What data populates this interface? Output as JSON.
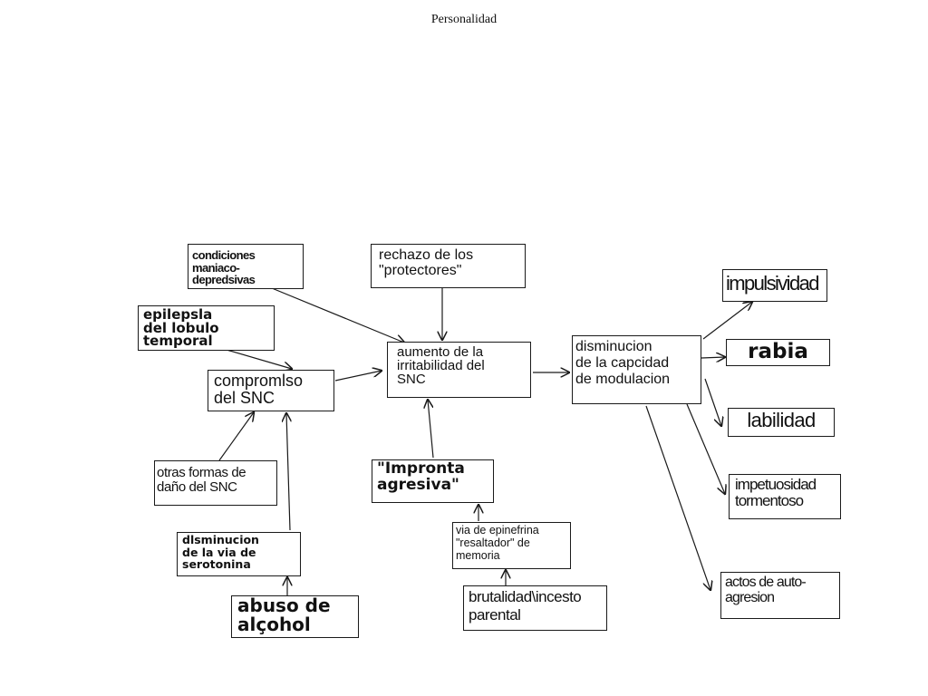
{
  "page": {
    "title": "Personalidad"
  },
  "nodes": {
    "condiciones": "condiciones\nmaniaco-depredsivas",
    "rechazo": "rechazo de    los\n\"protectores\"",
    "epilepsia": "epilepsla\ndel lobulo\ntemporal",
    "compromiso": "compromlso\ndel SNC",
    "aumento": "aumento de la\nirritabilidad del\nSNC",
    "disminucion_modulacion": "disminucion\nde la capcidad\nde modulacion",
    "impulsividad": "impulsividad",
    "rabia": "rabia",
    "labilidad": "labilidad",
    "impetuosidad": "impetuosidad\ntormentoso",
    "actos": "actos de auto-\nagresion",
    "otras_formas": "otras formas de\ndaño del SNC",
    "impronta": "\"Impronta\nagresiva\"",
    "serotonina": "dlsminucion\nde la via de\nserotonina",
    "epinefrina": "via de epinefrina\n\"resaltador\" de\nmemoria",
    "abuso": "abuso de\nalçohol",
    "brutalidad": "brutalidad\\incesto\nparental"
  },
  "colors": {
    "ink": "#1a1a1a",
    "background": "#ffffff"
  }
}
